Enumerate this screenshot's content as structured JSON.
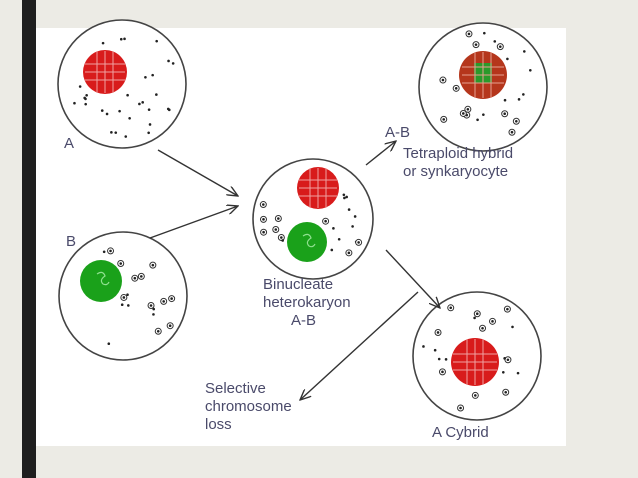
{
  "colors": {
    "background": "#ecebe5",
    "accent_bar": "#1f1f1f",
    "panel": "#ffffff",
    "nucleus_a": "#d81b1b",
    "nucleus_b": "#1aa11a",
    "label_text": "#4a4a6a"
  },
  "diagram": {
    "cell_a_label": "A",
    "cell_b_label": "B",
    "hybrid_label_ab": "A-B",
    "tetraploid_line1": "Tetraploid hybrid",
    "tetraploid_line2": "or synkaryocyte",
    "binucleate_line1": "Binucleate",
    "binucleate_line2": "heterokaryon",
    "binucleate_line3": "A-B",
    "selective_line1": "Selective",
    "selective_line2": "chromosome",
    "selective_line3": "loss",
    "cybrid_label": "A  Cybrid"
  }
}
